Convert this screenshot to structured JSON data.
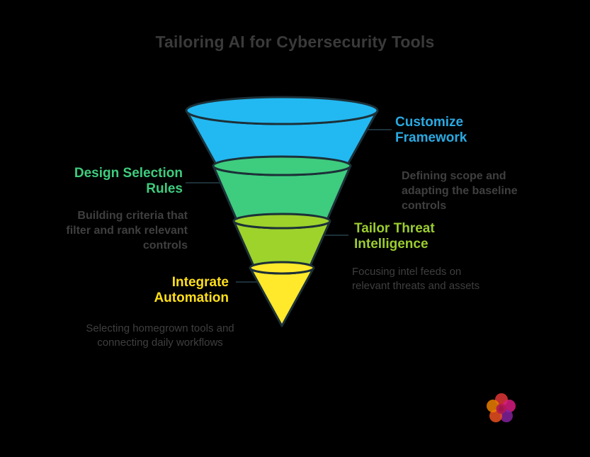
{
  "title": "Tailoring AI for Cybersecurity Tools",
  "background_color": "#000000",
  "title_color": "#3a3a3a",
  "outline_color": "#1c3038",
  "stages": [
    {
      "name": "customize-framework",
      "label": "Customize Framework",
      "label_lines": [
        "Customize",
        "Framework"
      ],
      "label_color": "#2aa9e1",
      "fill_color": "#22b9f2",
      "description": "Defining scope and adapting the baseline controls"
    },
    {
      "name": "design-selection-rules",
      "label": "Design Selection Rules",
      "label_lines": [
        "Design Selection",
        "Rules"
      ],
      "label_color": "#3ecc7e",
      "fill_color": "#3ecc7e",
      "description": "Building criteria that filter and rank relevant controls"
    },
    {
      "name": "tailor-threat-intelligence",
      "label": "Tailor Threat Intelligence",
      "label_lines": [
        "Tailor Threat",
        "Intelligence"
      ],
      "label_color": "#9bcc30",
      "fill_color": "#9ed32b",
      "description": "Focusing intel feeds on relevant threats and assets"
    },
    {
      "name": "integrate-automation",
      "label": "Integrate Automation",
      "label_lines": [
        "Integrate",
        "Automation"
      ],
      "label_color": "#ffdf1a",
      "fill_color": "#ffe92a",
      "description": "Selecting homegrown tools and connecting daily workflows"
    }
  ],
  "logo": {
    "name": "napkin-ai-logo",
    "colors": [
      "#ff8a00",
      "#f43b3b",
      "#e91e8c",
      "#8e24aa",
      "#ff5722"
    ]
  }
}
